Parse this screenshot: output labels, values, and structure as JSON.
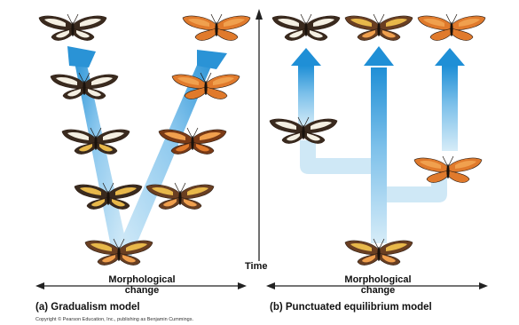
{
  "panel_a": {
    "axis_label_line1": "Morphological",
    "axis_label_line2": "change",
    "caption": "(a) Gradualism model"
  },
  "panel_b": {
    "axis_label_line1": "Morphological",
    "axis_label_line2": "change",
    "caption": "(b) Punctuated equilibrium model"
  },
  "time_label": "Time",
  "copyright": "Copyright © Pearson Education, Inc., publishing as Benjamin Cummings.",
  "colors": {
    "arrow_light": "#cfe8f6",
    "arrow_dark": "#2a93d6",
    "wing_dark": "#3a2a1e",
    "wing_white": "#f4efe2",
    "wing_yellow": "#e8b84a",
    "wing_orange": "#e07a2c",
    "wing_orange_light": "#f0a04e"
  }
}
